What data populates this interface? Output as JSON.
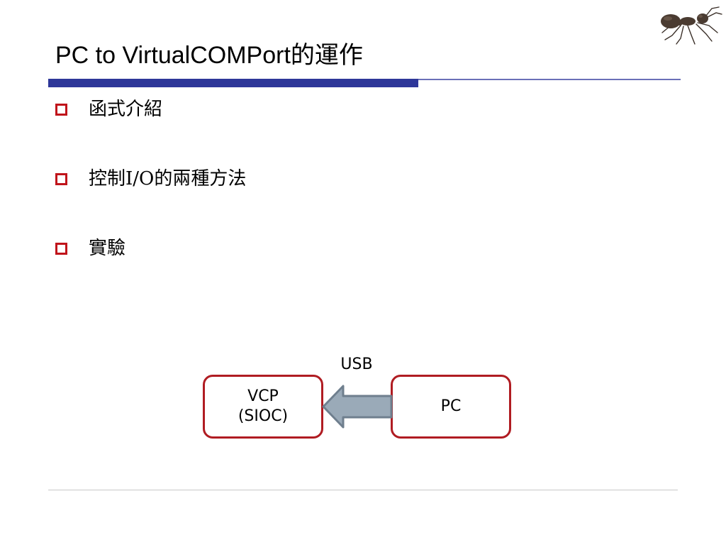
{
  "slide": {
    "title": "PC to VirtualCOMPort的運作",
    "logo_icon": "ant-icon"
  },
  "bullets": [
    {
      "text": "函式介紹"
    },
    {
      "text": "控制I/O的兩種方法"
    },
    {
      "text": "實驗"
    }
  ],
  "diagram": {
    "link_label": "USB",
    "nodes": {
      "vcp": "VCP\n(SIOC)",
      "pc": "PC"
    },
    "arrow_direction": "pc-to-vcp",
    "colors": {
      "title_bar": "#2e3799",
      "bullet_box": "#c0141b",
      "node_border": "#b01c22",
      "arrow_fill": "#9aaab8",
      "arrow_stroke": "#6f7f8e"
    }
  }
}
